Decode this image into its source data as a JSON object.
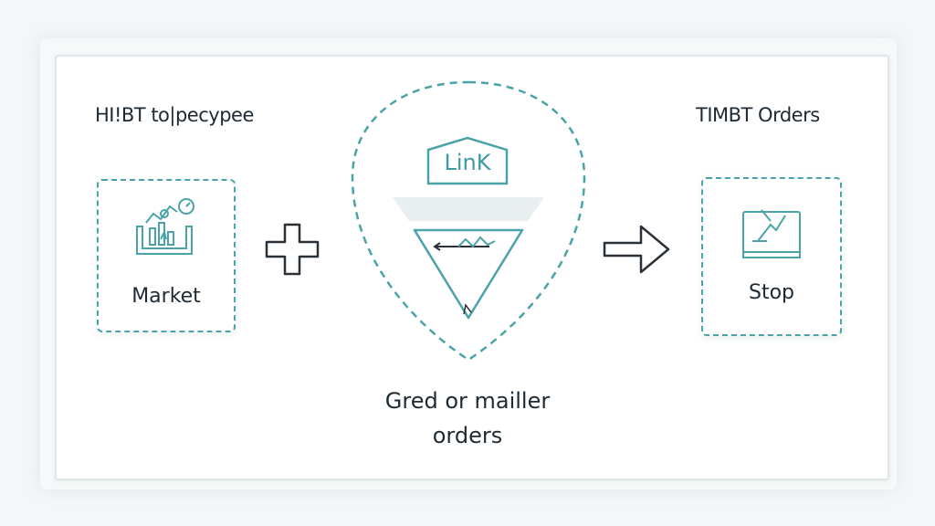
{
  "diagram": {
    "left_heading": "HI!BT to|pecypee",
    "right_heading": "TIMBT Orders",
    "left_box_label": "Market",
    "right_box_label": "Stop",
    "center_badge": "LinK",
    "center_caption_line1": "Gred or mailler",
    "center_caption_line2": "orders"
  },
  "colors": {
    "accent": "#4aa3a8",
    "text": "#1e2a33",
    "stroke": "#2b3138"
  }
}
